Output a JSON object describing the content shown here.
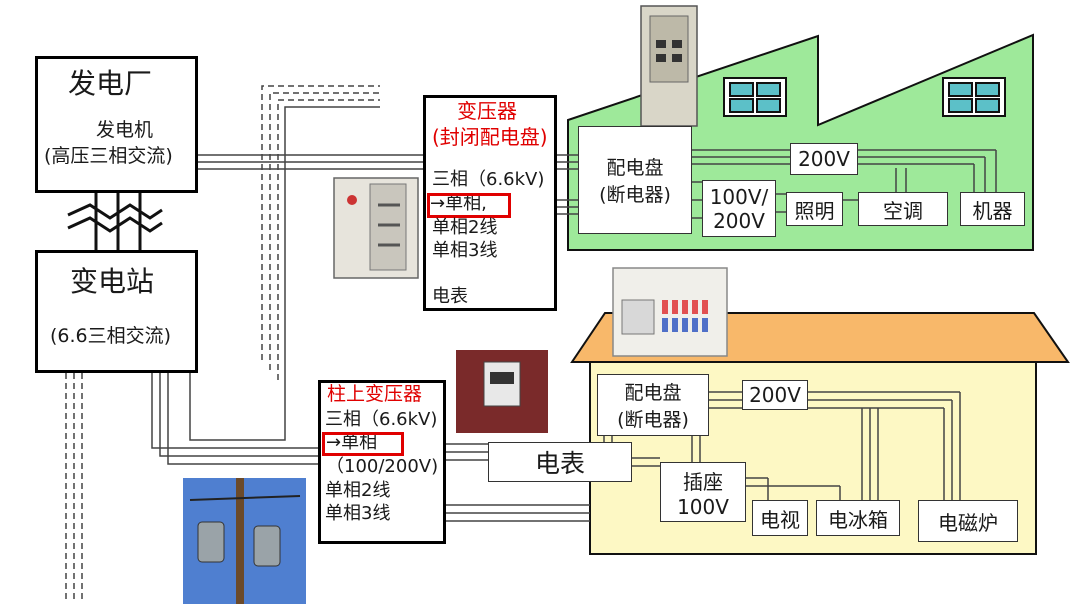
{
  "power_plant": {
    "title": "发电厂",
    "sub1": "发电机",
    "sub2": "(高压三相交流)"
  },
  "substation": {
    "title": "变电站",
    "sub": "(6.6三相交流)"
  },
  "transformer": {
    "line1": "变压器",
    "line2": "(封闭配电盘)",
    "items": [
      "三相（6.6kV)",
      "→单相,",
      "单相2线",
      "单相3线"
    ],
    "meter": "电表"
  },
  "pole_transformer": {
    "title": "柱上变压器",
    "items": [
      "三相（6.6kV)",
      "→单相",
      "（100/200V)",
      "单相2线",
      "单相3线"
    ]
  },
  "meter_label": "电表",
  "factory": {
    "panel": [
      "配电盘",
      "(断电器)"
    ],
    "v200": "200V",
    "v100_200": [
      "100V/",
      "200V"
    ],
    "loads": [
      "照明",
      "空调",
      "机器"
    ]
  },
  "house": {
    "panel": [
      "配电盘",
      "(断电器)"
    ],
    "v200": "200V",
    "outlet": [
      "插座",
      "100V"
    ],
    "loads": [
      "电视",
      "电冰箱",
      "电磁炉"
    ]
  },
  "colors": {
    "factory": "#9ee99a",
    "house": "#fdf8c4",
    "roof": "#f8b86a",
    "highlight": "#e00000"
  }
}
